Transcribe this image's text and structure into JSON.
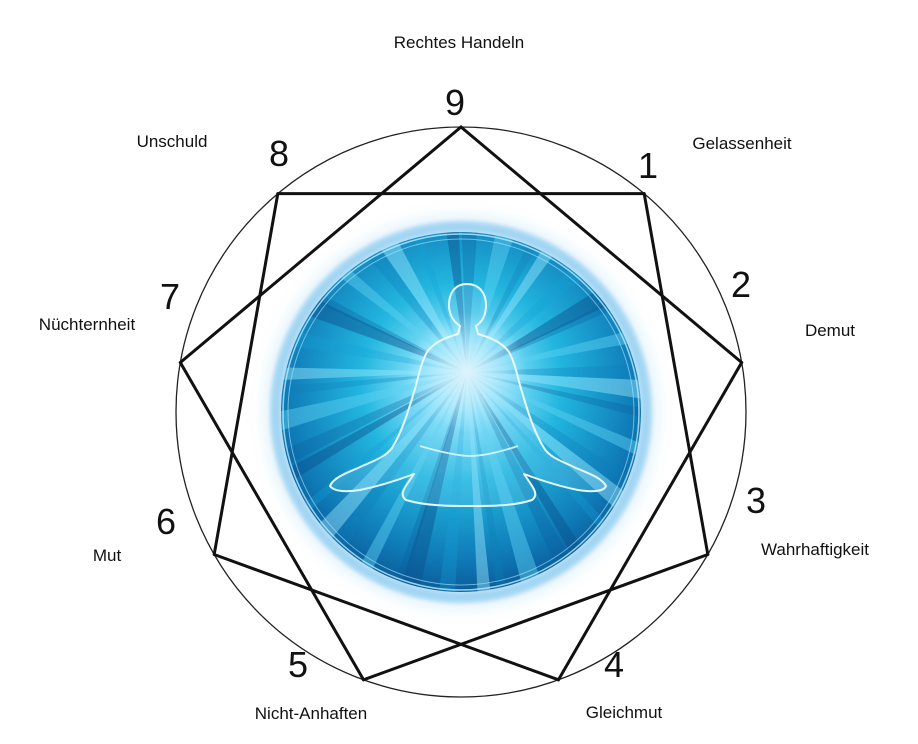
{
  "colors": {
    "line": "#111111",
    "circle": "#222222",
    "orb_core": "#e8fbff",
    "orb_mid": "#22b6df",
    "orb_edge": "#0b5d9a",
    "orb_glow": "#2f9fe0"
  },
  "center_image": {
    "icon": "meditating-figure-icon",
    "description_name": "glowing-orb"
  },
  "points": [
    {
      "number": "9",
      "virtue": "Rechtes Handeln"
    },
    {
      "number": "1",
      "virtue": "Gelassenheit"
    },
    {
      "number": "2",
      "virtue": "Demut"
    },
    {
      "number": "3",
      "virtue": "Wahrhaftigkeit"
    },
    {
      "number": "4",
      "virtue": "Gleichmut"
    },
    {
      "number": "5",
      "virtue": "Nicht-Anhaften"
    },
    {
      "number": "6",
      "virtue": "Mut"
    },
    {
      "number": "7",
      "virtue": "Nüchternheit"
    },
    {
      "number": "8",
      "virtue": "Unschuld"
    }
  ]
}
